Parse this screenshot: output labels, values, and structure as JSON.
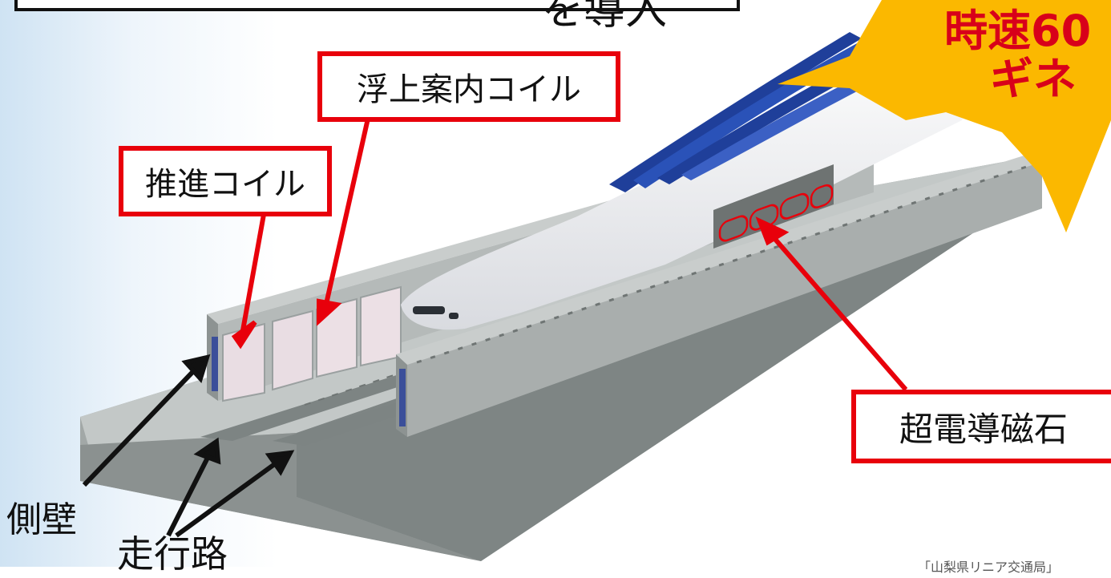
{
  "header": {
    "title_fragment": "を導入"
  },
  "burst": {
    "line1": "時速60",
    "line2": "ギネ"
  },
  "labels": {
    "levitation_coil": "浮上案内コイル",
    "propulsion_coil": "推進コイル",
    "superconducting_magnet": "超電導磁石",
    "side_wall": "側壁",
    "running_path": "走行路"
  },
  "source_note": "「山梨県リニア交通局」",
  "colors": {
    "label_border": "#e8000b",
    "burst_fill": "#fbb800",
    "burst_text": "#d8001a",
    "guideway": "#9da3a3",
    "coil_panel": "#ecdfe4",
    "train_body": "#f4f4f6",
    "train_stripe": "#1f3f9a"
  }
}
